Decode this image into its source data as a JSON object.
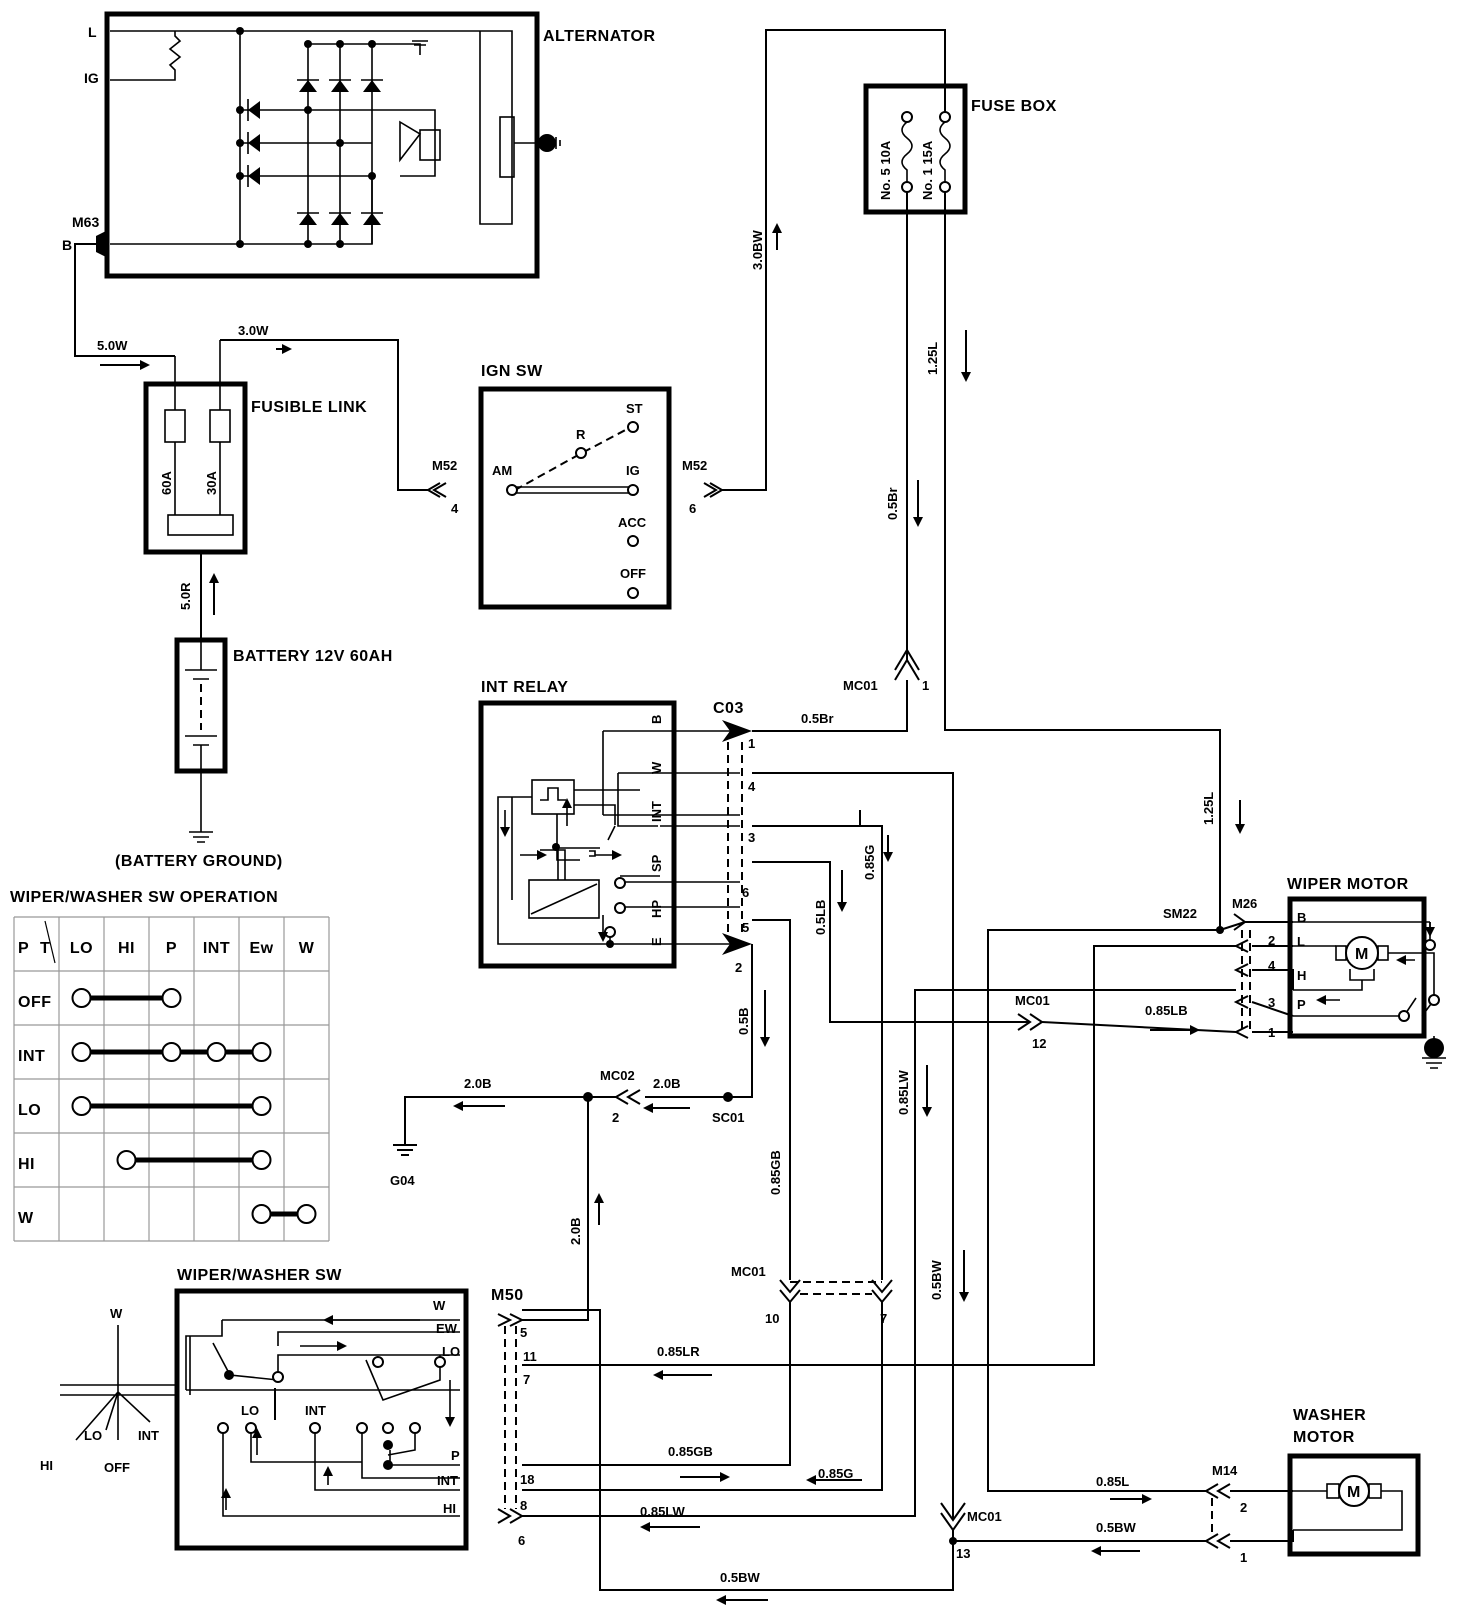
{
  "components": {
    "alternator": "ALTERNATOR",
    "fuse_box": "FUSE BOX",
    "fusible_link": "FUSIBLE LINK",
    "ign_sw": "IGN SW",
    "battery": "BATTERY 12V 60AH",
    "battery_ground": "(BATTERY GROUND)",
    "int_relay": "INT RELAY",
    "wiper_motor": "WIPER MOTOR",
    "washer_motor_1": "WASHER",
    "washer_motor_2": "MOTOR",
    "wiper_washer_sw": "WIPER/WASHER SW",
    "operation_title": "WIPER/WASHER SW OPERATION"
  },
  "alternator": {
    "terminals": [
      "L",
      "IG",
      "B"
    ],
    "connector": "M63"
  },
  "fuse_box": {
    "fuse_a": "No. 5 10A",
    "fuse_b": "No. 1  15A"
  },
  "fusible_link": {
    "fuse_a": "60A",
    "fuse_b": "30A"
  },
  "ign_sw": {
    "positions": [
      "ST",
      "R",
      "AM",
      "IG",
      "ACC",
      "OFF"
    ],
    "conn_left": "M52",
    "pin_left": "4",
    "conn_right": "M52",
    "pin_right": "6"
  },
  "int_relay": {
    "terminals": [
      "B",
      "W",
      "INT",
      "SP",
      "HP",
      "E"
    ],
    "connector": "C03"
  },
  "wiper_motor": {
    "terminals": [
      "B",
      "L",
      "H",
      "P"
    ],
    "motor": "M"
  },
  "washer_motor": {
    "motor": "M"
  },
  "wiper_washer_sw": {
    "terminals": [
      "W",
      "EW",
      "LO",
      "P",
      "INT",
      "HI"
    ],
    "inner": [
      "LO",
      "INT"
    ],
    "lever": [
      "W",
      "HI",
      "LO",
      "OFF",
      "INT"
    ]
  },
  "wires": {
    "w50": "5.0W",
    "w30": "3.0W",
    "r50": "5.0R",
    "bw30": "3.0BW",
    "l125_a": "1.25L",
    "l125_b": "1.25L",
    "br05_a": "0.5Br",
    "br05_b": "0.5Br",
    "g085": "0.85G",
    "lb05": "0.5LB",
    "lb085": "0.85LB",
    "b05": "0.5B",
    "b20_a": "2.0B",
    "b20_b": "2.0B",
    "b20_c": "2.0B",
    "gb085_a": "0.85GB",
    "gb085_b": "0.85GB",
    "lw085_a": "0.85LW",
    "lw085_b": "0.85LW",
    "bw05_a": "0.5BW",
    "bw05_b": "0.5BW",
    "bw05_c": "0.5BW",
    "lr085": "0.85LR",
    "g085_b": "0.85G",
    "l085": "0.85L"
  },
  "connectors": {
    "mc01": "MC01",
    "mc02": "MC02",
    "sc01": "SC01",
    "g04": "G04",
    "sm22": "SM22",
    "m26": "M26",
    "m50": "M50",
    "m14": "M14"
  },
  "pins": {
    "c03_1": "1",
    "c03_4": "4",
    "c03_3": "3",
    "c03_6": "6",
    "c03_5": "5",
    "c03_2": "2",
    "mc01_1": "1",
    "mc01_12": "12",
    "mc01_10": "10",
    "mc01_7": "7",
    "mc01_13": "13",
    "mc02_2": "2",
    "m26_2": "2",
    "m26_4": "4",
    "m26_3": "3",
    "m26_1": "1",
    "m50_5": "5",
    "m50_11": "11",
    "m50_7": "7",
    "m50_18": "18",
    "m50_8": "8",
    "m50_6": "6",
    "m14_2": "2",
    "m14_1": "1"
  },
  "operation_table": {
    "corner_a": "P",
    "corner_b": "T",
    "columns": [
      "LO",
      "HI",
      "P",
      "INT",
      "Ew",
      "W"
    ],
    "rows": [
      "OFF",
      "INT",
      "LO",
      "HI",
      "W"
    ],
    "links": [
      {
        "row": 0,
        "cols": [
          0,
          2
        ]
      },
      {
        "row": 1,
        "cols": [
          0,
          2,
          3,
          4
        ]
      },
      {
        "row": 2,
        "cols": [
          0,
          4
        ]
      },
      {
        "row": 3,
        "cols": [
          1,
          4
        ]
      },
      {
        "row": 4,
        "cols": [
          4,
          5
        ]
      }
    ]
  }
}
